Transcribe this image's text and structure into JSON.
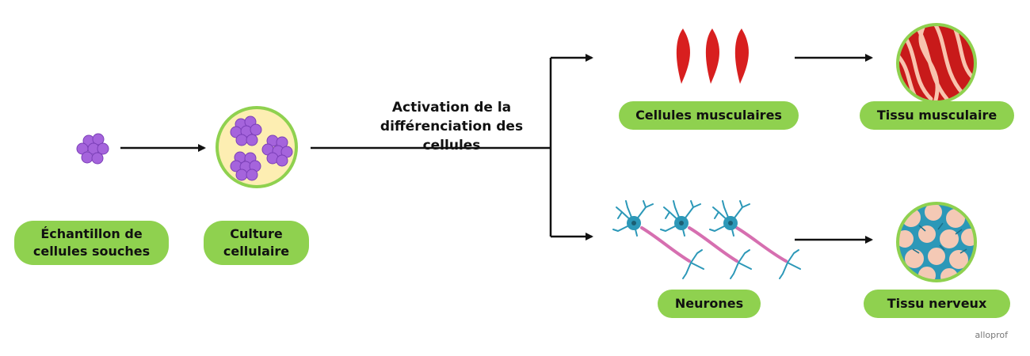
{
  "labels": {
    "stem_line1": "Échantillon de",
    "stem_line2": "cellules souches",
    "culture_line1": "Culture",
    "culture_line2": "cellulaire",
    "activation_line1": "Activation de la",
    "activation_line2": "différenciation des cellules",
    "muscle_cells": "Cellules musculaires",
    "muscle_tissue": "Tissu musculaire",
    "neurons": "Neurones",
    "nerve_tissue": "Tissu nerveux"
  },
  "brand": "alloprof",
  "colors": {
    "label_bg": "#8fd14f",
    "stem_cell": "#a564dc",
    "culture_bg": "#fdeeb2",
    "muscle_red": "#d81f1f",
    "muscle_pale": "#f8c3ae",
    "neuron_blue": "#2c98b8",
    "axon_pink": "#d66fb0",
    "tissue_cell": "#f4c9b5"
  }
}
